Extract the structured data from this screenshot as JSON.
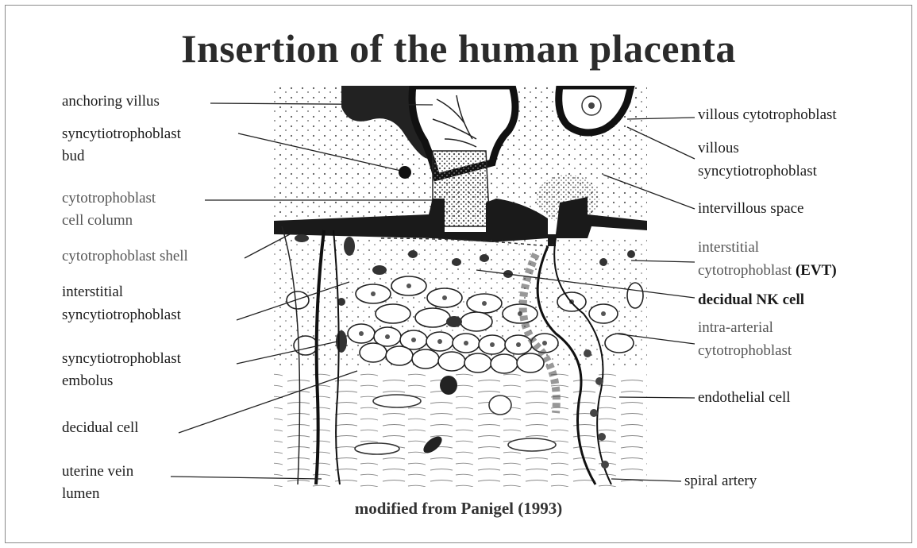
{
  "title": "Insertion of the human placenta",
  "caption": "modified from Panigel  (1993)",
  "labels_left": {
    "anchoring_villus": "anchoring villus",
    "syncytiotrophoblast_bud_1": "syncytiotrophoblast",
    "syncytiotrophoblast_bud_2": "bud",
    "cell_column_1": "cytotrophoblast",
    "cell_column_2": "cell column",
    "shell": "cytotrophoblast shell",
    "interstitial_syncytio_1": "interstitial",
    "interstitial_syncytio_2": "syncytiotrophoblast",
    "embolus_1": "syncytiotrophoblast",
    "embolus_2": "embolus",
    "decidual_cell": "decidual cell",
    "uterine_vein_1": "uterine vein",
    "uterine_vein_2": "lumen"
  },
  "labels_right": {
    "villous_cyto": "villous cytotrophoblast",
    "villous_syncytio_1": "villous",
    "villous_syncytio_2": "syncytiotrophoblast",
    "intervillous_space": "intervillous space",
    "interstitial_cyto_1": "interstitial",
    "interstitial_cyto_2": "cytotrophoblast",
    "evt": "(EVT)",
    "decidual_nk": "decidual NK cell",
    "intra_arterial_1": "intra-arterial",
    "intra_arterial_2": "cytotrophoblast",
    "endothelial": "endothelial cell",
    "spiral_artery": "spiral artery"
  }
}
